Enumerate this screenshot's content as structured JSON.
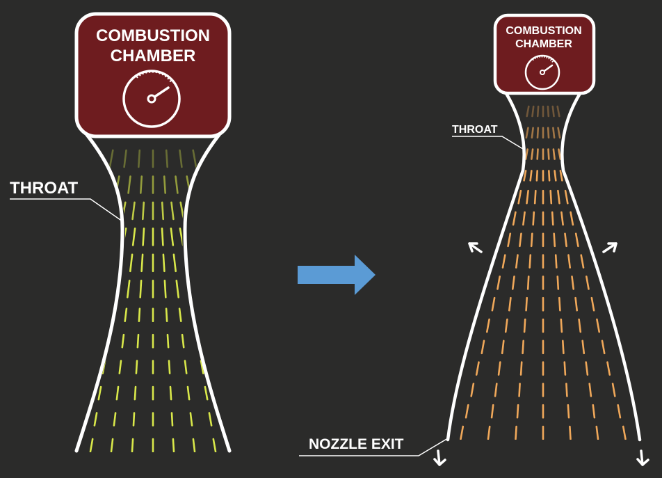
{
  "left_nozzle": {
    "chamber_line1": "COMBUSTION",
    "chamber_line2": "CHAMBER",
    "throat_label": "THROAT",
    "flow_color": "#d9e84a"
  },
  "right_nozzle": {
    "chamber_line1": "COMBUSTION",
    "chamber_line2": "CHAMBER",
    "throat_label": "THROAT",
    "exit_label": "NOZZLE EXIT",
    "flow_color": "#f0a85a"
  },
  "colors": {
    "background": "#2b2b2a",
    "chamber_fill": "#6e1c1f",
    "outline": "#ffffff",
    "arrow": "#5b9bd5"
  },
  "icons": [
    "gauge-icon",
    "right-arrow-icon",
    "expansion-arrow-icon"
  ]
}
